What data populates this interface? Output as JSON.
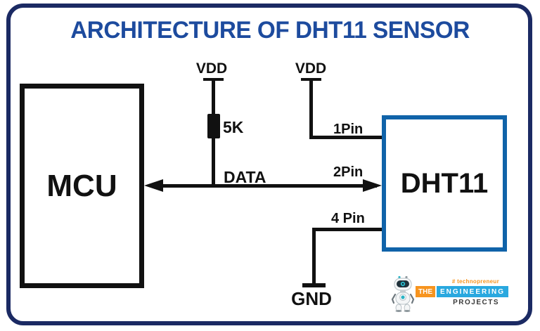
{
  "title": "ARCHITECTURE OF DHT11 SENSOR",
  "colors": {
    "frame_navy": "#1b2a63",
    "title_blue": "#1d4b9e",
    "wire_black": "#111111",
    "dht11_border_blue": "#1063a9",
    "logo_orange": "#f7941e",
    "logo_cyan": "#29a8df",
    "logo_gray": "#3a3a3a"
  },
  "diagram": {
    "mcu_label": "MCU",
    "dht11_label": "DHT11",
    "vdd_left_label": "VDD",
    "vdd_right_label": "VDD",
    "resistor_label": "5K",
    "data_label": "DATA",
    "pin1_label": "1Pin",
    "pin2_label": "2Pin",
    "pin4_label": "4 Pin",
    "gnd_label": "GND"
  },
  "logo": {
    "tagline": "# technopreneur",
    "the": "THE",
    "engineering": "ENGINEERING",
    "projects": "PROJECTS"
  }
}
